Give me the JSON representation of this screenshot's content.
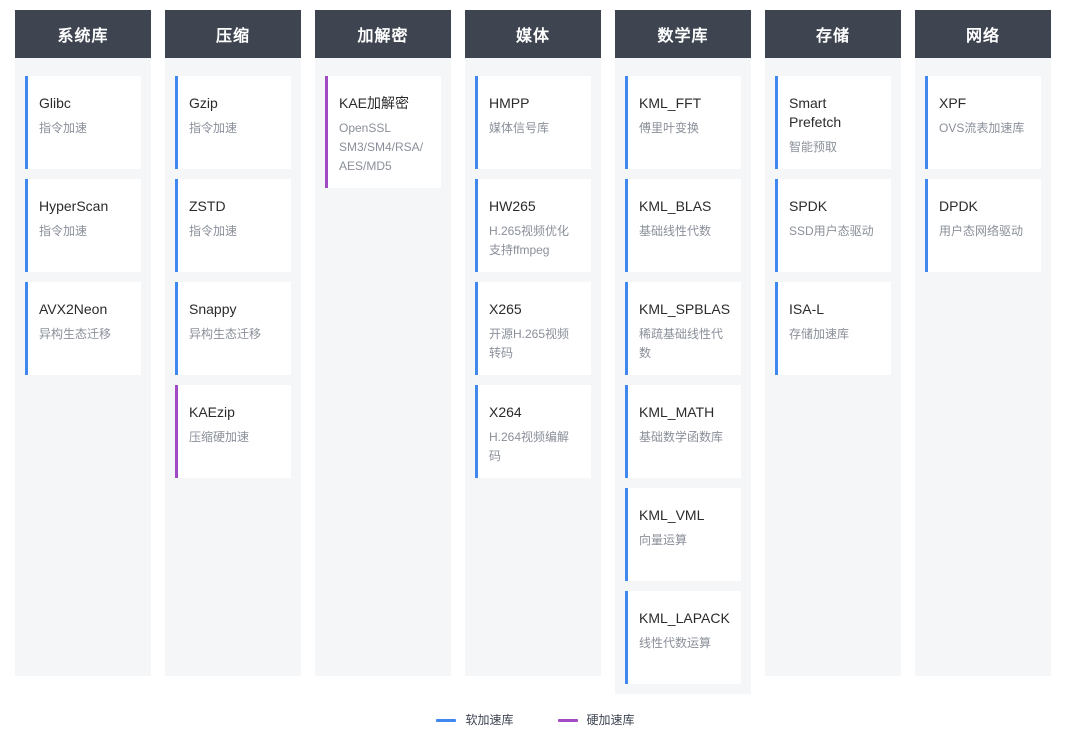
{
  "legend": {
    "items": [
      {
        "label": "软加速库",
        "color": "#4087f0",
        "type": "soft"
      },
      {
        "label": "硬加速库",
        "color": "#a04bc4",
        "type": "hard"
      }
    ]
  },
  "columns": [
    {
      "title": "系统库",
      "cards": [
        {
          "title": "Glibc",
          "desc": "指令加速",
          "type": "soft"
        },
        {
          "title": "HyperScan",
          "desc": "指令加速",
          "type": "soft"
        },
        {
          "title": "AVX2Neon",
          "desc": "异构生态迁移",
          "type": "soft"
        }
      ]
    },
    {
      "title": "压缩",
      "cards": [
        {
          "title": "Gzip",
          "desc": "指令加速",
          "type": "soft"
        },
        {
          "title": "ZSTD",
          "desc": "指令加速",
          "type": "soft"
        },
        {
          "title": "Snappy",
          "desc": "异构生态迁移",
          "type": "soft"
        },
        {
          "title": "KAEzip",
          "desc": "压缩硬加速",
          "type": "hard"
        }
      ]
    },
    {
      "title": "加解密",
      "cards": [
        {
          "title": "KAE加解密",
          "desc": "OpenSSL SM3/SM4/RSA/AES/MD5",
          "type": "hard"
        }
      ]
    },
    {
      "title": "媒体",
      "cards": [
        {
          "title": "HMPP",
          "desc": "媒体信号库",
          "type": "soft"
        },
        {
          "title": "HW265",
          "desc": "H.265视频优化支持ffmpeg",
          "type": "soft"
        },
        {
          "title": "X265",
          "desc": "开源H.265视频转码",
          "type": "soft"
        },
        {
          "title": "X264",
          "desc": "H.264视频编解码",
          "type": "soft"
        }
      ]
    },
    {
      "title": "数学库",
      "cards": [
        {
          "title": "KML_FFT",
          "desc": "傅里叶变换",
          "type": "soft"
        },
        {
          "title": "KML_BLAS",
          "desc": "基础线性代数",
          "type": "soft"
        },
        {
          "title": "KML_SPBLAS",
          "desc": "稀疏基础线性代数",
          "type": "soft"
        },
        {
          "title": "KML_MATH",
          "desc": "基础数学函数库",
          "type": "soft"
        },
        {
          "title": "KML_VML",
          "desc": "向量运算",
          "type": "soft"
        },
        {
          "title": "KML_LAPACK",
          "desc": "线性代数运算",
          "type": "soft"
        }
      ]
    },
    {
      "title": "存储",
      "cards": [
        {
          "title": "Smart Prefetch",
          "desc": "智能预取",
          "type": "soft"
        },
        {
          "title": "SPDK",
          "desc": "SSD用户态驱动",
          "type": "soft"
        },
        {
          "title": "ISA-L",
          "desc": "存储加速库",
          "type": "soft"
        }
      ]
    },
    {
      "title": "网络",
      "cards": [
        {
          "title": "XPF",
          "desc": "OVS流表加速库",
          "type": "soft"
        },
        {
          "title": "DPDK",
          "desc": "用户态网络驱动",
          "type": "soft"
        }
      ]
    }
  ]
}
